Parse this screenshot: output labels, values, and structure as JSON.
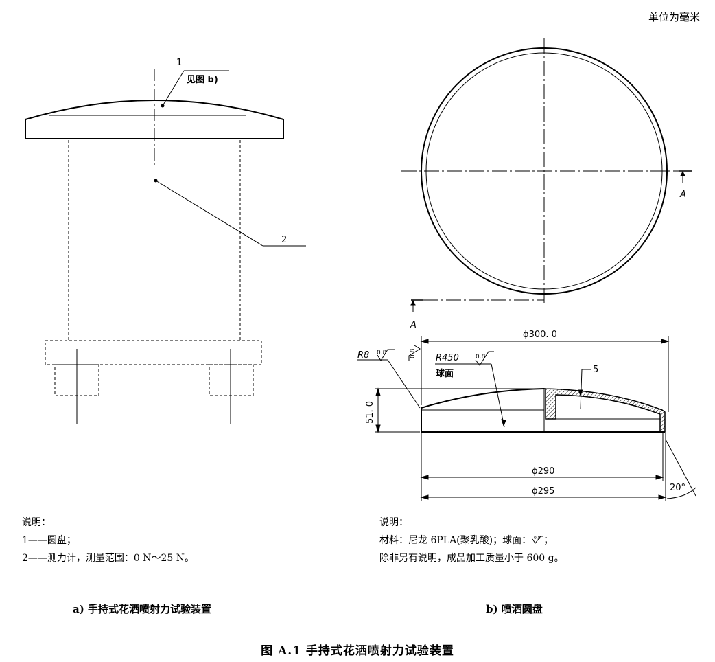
{
  "unit_note": "单位为毫米",
  "drawing_a": {
    "callout_1_number": "1",
    "callout_1_text": "见图 b)",
    "callout_2_number": "2"
  },
  "drawing_b": {
    "section_marker": "A",
    "dim_outer": "ϕ300. 0",
    "dim_290": "ϕ290",
    "dim_295": "ϕ295",
    "dim_height": "51. 0",
    "radius_r8": "R8",
    "radius_r450": "R450",
    "sphere_label": "球面",
    "roughness": "0.8",
    "thickness": "5",
    "angle": "20°"
  },
  "legend_a": {
    "heading": "说明：",
    "items": [
      "1——圆盘；",
      "2——测力计，测量范围：0 N～25 N。"
    ]
  },
  "legend_b": {
    "heading": "说明：",
    "items": [
      "材料：尼龙 6PLA(聚乳酸)；球面：",
      "除非另有说明，成品加工质量小于 600 g。"
    ]
  },
  "caption_a": "a)  手持式花洒喷射力试验装置",
  "caption_b": "b)  喷洒圆盘",
  "figure_title": "图 A.1   手持式花洒喷射力试验装置"
}
